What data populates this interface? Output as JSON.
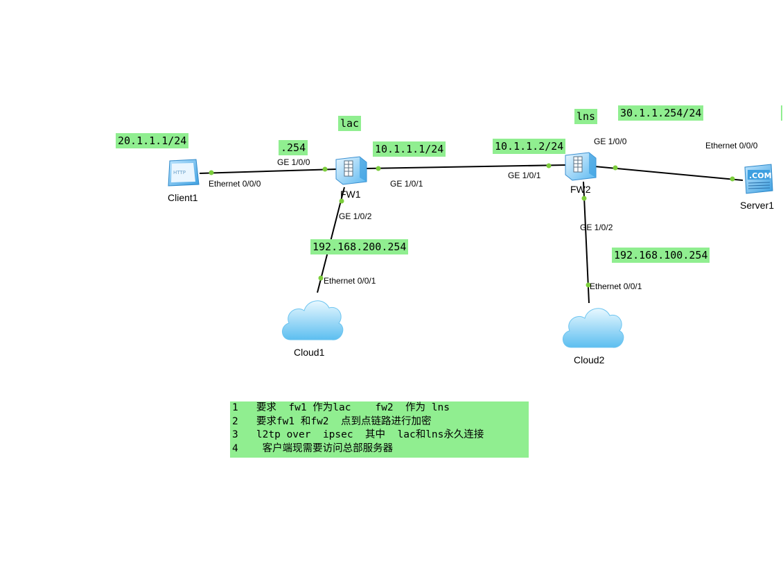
{
  "devices": {
    "client1": {
      "name": "Client1",
      "icon": "http-client-icon"
    },
    "fw1": {
      "name": "FW1",
      "icon": "firewall-icon"
    },
    "fw2": {
      "name": "FW2",
      "icon": "firewall-icon"
    },
    "server1": {
      "name": "Server1",
      "icon": "dns-server-icon"
    },
    "cloud1": {
      "name": "Cloud1",
      "icon": "cloud-icon"
    },
    "cloud2": {
      "name": "Cloud2",
      "icon": "cloud-icon"
    }
  },
  "ports": {
    "client1_eth": "Ethernet 0/0/0",
    "fw1_ge100": "GE 1/0/0",
    "fw1_ge101": "GE 1/0/1",
    "fw1_ge102": "GE 1/0/2",
    "fw2_ge101": "GE 1/0/1",
    "fw2_ge100": "GE 1/0/0",
    "fw2_ge102": "GE 1/0/2",
    "server1_eth": "Ethernet 0/0/0",
    "cloud1_eth": "Ethernet 0/0/1",
    "cloud2_eth": "Ethernet 0/0/1"
  },
  "labels": {
    "client_ip": "20.1.1.1/24",
    "fw1_ge100_ip": ".254",
    "fw1_role": "lac",
    "fw1_ge101_ip": "10.1.1.1/24",
    "fw2_ge101_ip": "10.1.1.2/24",
    "fw2_role": "lns",
    "server_net": "30.1.1.254/24",
    "cloud1_net": "192.168.200.254",
    "cloud2_net": "192.168.100.254"
  },
  "notes": [
    "1   要求  fw1 作为lac    fw2  作为 lns",
    "2   要求fw1 和fw2  点到点链路进行加密",
    "3   l2tp over  ipsec  其中  lac和lns永久连接",
    "4    客户端现需要访问总部服务器"
  ],
  "colors": {
    "label_bg": "#90ee90",
    "port_dot": "#7ccd3c",
    "link": "#000000"
  }
}
